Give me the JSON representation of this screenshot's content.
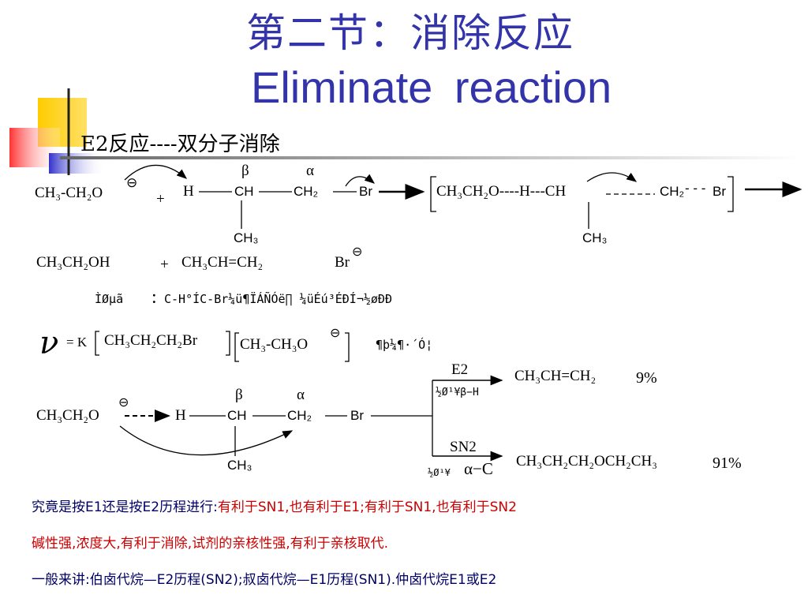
{
  "title": {
    "chinese": "第二节：消除反应",
    "english": "Eliminate  reaction"
  },
  "section_heading": "E2反应----双分子消除",
  "reaction1": {
    "ethoxide": "CH₃-CH₂O",
    "plus": "+",
    "h": "H",
    "ch": "CH",
    "ch2": "CH₂",
    "br": "Br",
    "ch3": "CH₃",
    "beta": "β",
    "alpha": "α",
    "ts_left": "CH₃CH₂O----H---CH",
    "ts_ch2": "CH₂",
    "ts_dash": "- - -",
    "ts_br": "Br",
    "ts_ch3": "CH₃",
    "minus": "⊖"
  },
  "products1": {
    "ethanol": "CH₃CH₂OH",
    "plus1": "+",
    "propene": "CH₃CH=CH₂",
    "bromide": "Br",
    "minus": "⊖"
  },
  "note_line": {
    "prefix": "ÌØµã",
    "colon": ":",
    "text": "C-H°ÍC-Br¼ü¶ÏÁÑÓë∏ ¼üÉú³ÉÐ­Í¬½øÐÐ"
  },
  "rate": {
    "v": "ν",
    "eq": "= K",
    "substrate": "CH₃CH₂CH₂Br",
    "base": "CH₃-CH₃O",
    "minus": "⊖",
    "suffix": "¶þ¼¶·´Ó¦"
  },
  "reaction2": {
    "ethoxide": "CH₃CH₂O",
    "minus": "⊖",
    "h": "H",
    "ch": "CH",
    "ch2": "CH₂",
    "br": "Br",
    "ch3": "CH₃",
    "beta": "β",
    "alpha": "α"
  },
  "branches": {
    "e2_label": "E2",
    "e2_attack": "½Ø¹¥β−H",
    "e2_product": "CH₃CH=CH₂",
    "e2_pct": "9%",
    "sn2_label": "SN2",
    "sn2_attack_prefix": "½Ø¹¥",
    "sn2_attack_alpha": "α−C",
    "sn2_product": "CH₃CH₂CH₂OCH₂CH₃",
    "sn2_pct": "91%"
  },
  "footer": {
    "line1_part1": "究竟是按E1还是按E2历程进行:",
    "line1_part2": "有利于SN1,也有利于E1;有利于SN1,也有利于SN2",
    "line2": "碱性强,浓度大,有利于消除,试剂的亲核性强,有利于亲核取代.",
    "line3": "一般来讲:伯卤代烷—E2历程(SN2);叔卤代烷—E1历程(SN1).仲卤代烷E1或E2"
  },
  "colors": {
    "title": "#3333aa",
    "deco_yellow": "#ffcc00",
    "deco_red": "#ff3333",
    "deco_blue": "#3333cc",
    "footer_red": "#cc0000",
    "footer_navy": "#000066"
  }
}
